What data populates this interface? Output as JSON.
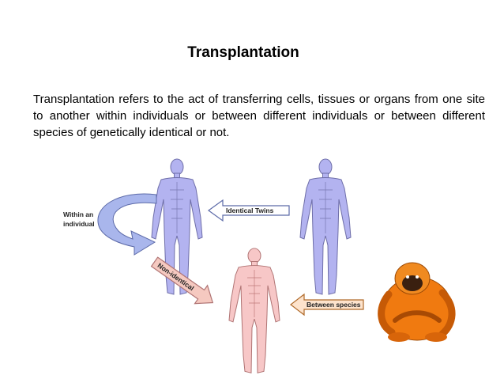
{
  "slide": {
    "title": "Transplantation",
    "paragraph": "Transplantation refers to the act of transferring cells, tissues or organs from one site to another within individuals or between different individuals or between different species of genetically identical or not."
  },
  "figure": {
    "label_within_line1": "Within an",
    "label_within_line2": "individual",
    "label_identical": "Identical Twins",
    "label_nonidentical": "Non-identical",
    "label_species": "Between species"
  },
  "colors": {
    "body_blue": "#b3b3f0",
    "body_pink": "#f7c7c7",
    "ape_orange": "#f07a10",
    "arrow_blue": "#a9b6ec"
  }
}
